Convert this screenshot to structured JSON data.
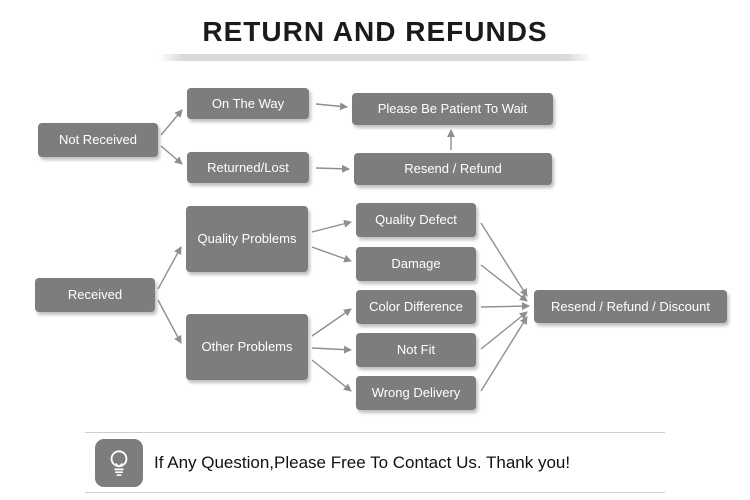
{
  "title": "RETURN AND REFUNDS",
  "flow": {
    "not_received": "Not Received",
    "on_the_way": "On The Way",
    "returned_lost": "Returned/Lost",
    "please_wait": "Please Be Patient To Wait",
    "resend_refund": "Resend / Refund",
    "received": "Received",
    "quality_problems": "Quality Problems",
    "other_problems": "Other Problems",
    "quality_defect": "Quality Defect",
    "damage": "Damage",
    "color_difference": "Color Difference",
    "not_fit": "Not Fit",
    "wrong_delivery": "Wrong Delivery",
    "resend_refund_discount": "Resend / Refund / Discount"
  },
  "footer": {
    "icon": "light-bulb-icon",
    "message": "If Any Question,Please Free To Contact Us. Thank you!"
  },
  "colors": {
    "box": "#7d7d7d",
    "box_text": "#ffffff",
    "arrow": "#8f8f8f",
    "title_text": "#1b1b1b"
  }
}
